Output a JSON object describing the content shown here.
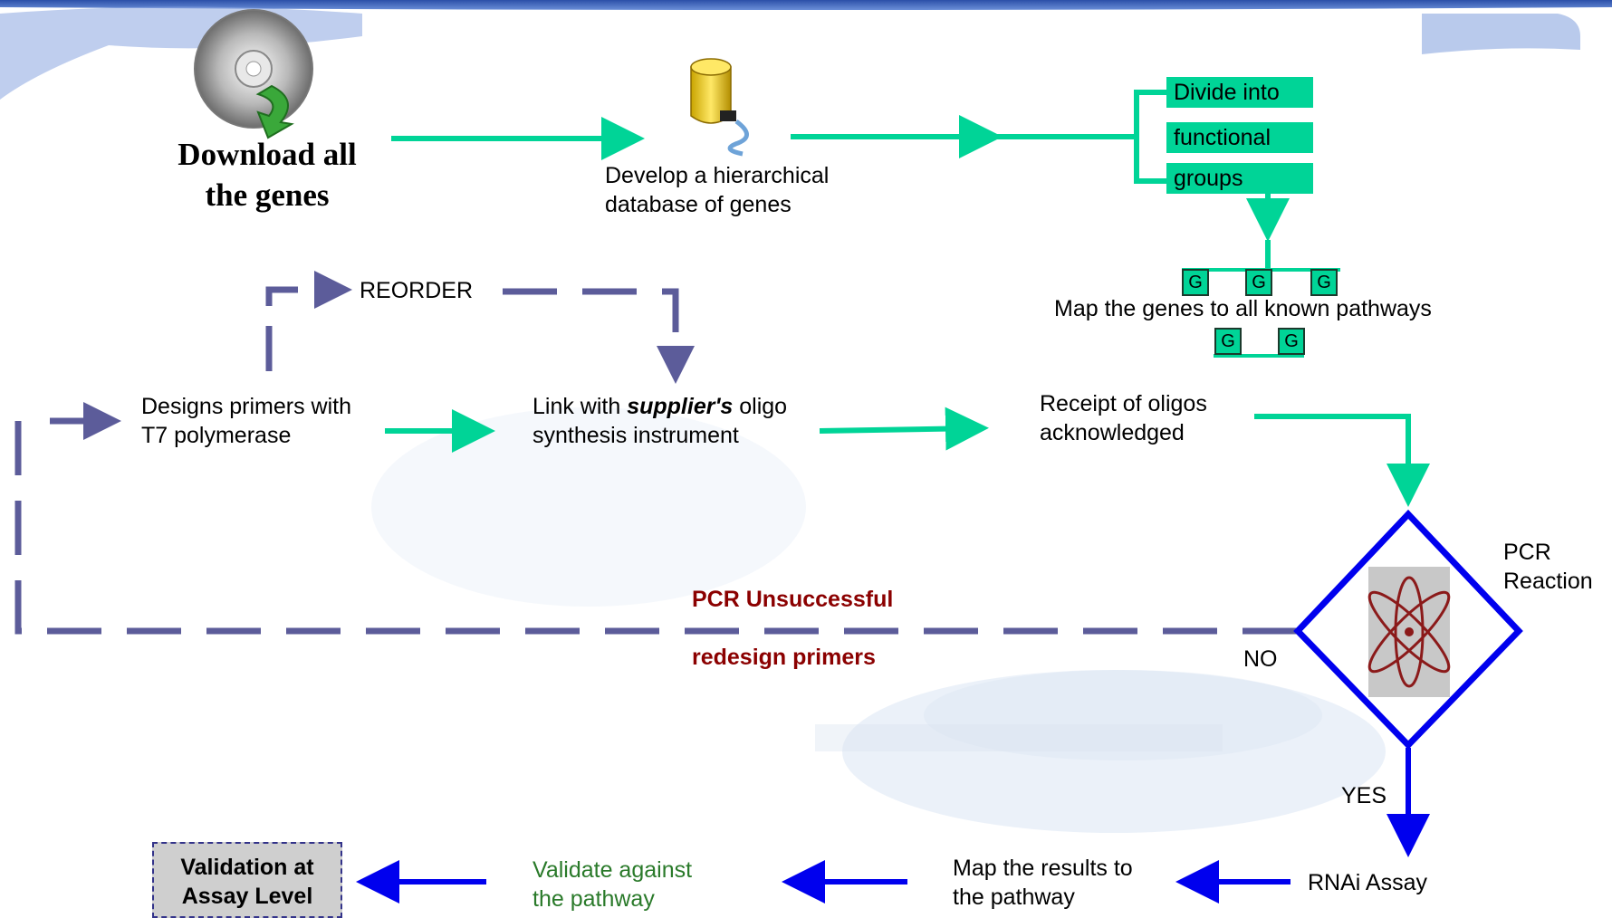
{
  "steps": {
    "download_line1": "Download all",
    "download_line2": "the genes",
    "database_line1": "Develop a hierarchical",
    "database_line2": "database of genes",
    "divide": "Divide into",
    "functional": "functional",
    "groups": "groups",
    "map_genes": "Map the genes to all known pathways",
    "gene_letter": "G",
    "reorder": "REORDER",
    "designs_line1": "Designs primers with",
    "designs_line2": "T7 polymerase",
    "link_prefix": "Link with ",
    "link_emphasis": "supplier's",
    "link_suffix": " oligo",
    "link_line2": "synthesis instrument",
    "receipt_line1": "Receipt of oligos",
    "receipt_line2": "acknowledged",
    "pcr_line1": "PCR",
    "pcr_line2": "Reaction",
    "pcr_unsuccessful": "PCR Unsuccessful",
    "redesign": "redesign primers",
    "no": "NO",
    "yes": "YES",
    "rnai": "RNAi Assay",
    "map_results_line1": "Map the results to",
    "map_results_line2": "the pathway",
    "validate_line1": "Validate against",
    "validate_line2": "the pathway",
    "validation_line1": "Validation at",
    "validation_line2": "Assay Level"
  },
  "colors": {
    "teal": "#00d497",
    "dash_gray": "#5c5c9a",
    "diamond_blue": "#0000ee",
    "dark_red": "#8b0000",
    "validate_green": "#2a7a2a"
  }
}
